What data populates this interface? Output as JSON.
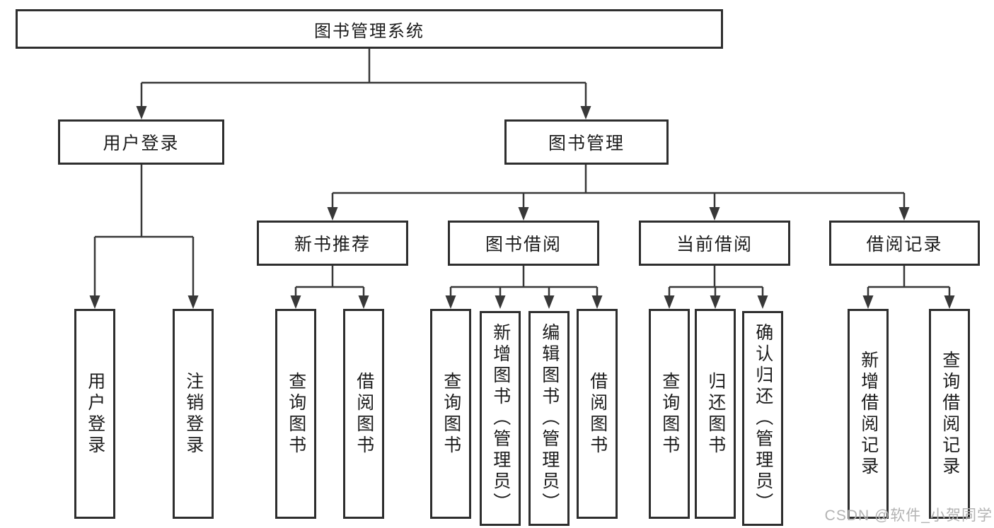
{
  "tree": {
    "root": {
      "label": "图书管理系统",
      "children": [
        {
          "label": "用户登录",
          "children": [
            {
              "label": "用户登录"
            },
            {
              "label": "注销登录"
            }
          ]
        },
        {
          "label": "图书管理",
          "children": [
            {
              "label": "新书推荐",
              "children": [
                {
                  "label": "查询图书"
                },
                {
                  "label": "借阅图书"
                }
              ]
            },
            {
              "label": "图书借阅",
              "children": [
                {
                  "label": "查询图书"
                },
                {
                  "label": "新增图书（管理员）"
                },
                {
                  "label": "编辑图书（管理员）"
                },
                {
                  "label": "借阅图书"
                }
              ]
            },
            {
              "label": "当前借阅",
              "children": [
                {
                  "label": "查询图书"
                },
                {
                  "label": "归还图书"
                },
                {
                  "label": "确认归还（管理员）"
                }
              ]
            },
            {
              "label": "借阅记录",
              "children": [
                {
                  "label": "新增借阅记录"
                },
                {
                  "label": "查询借阅记录"
                }
              ]
            }
          ]
        }
      ]
    }
  },
  "watermark": {
    "text": "CSDN @软件_小贺同学"
  },
  "colors": {
    "background": "#ffffff",
    "box_border": "#2e2e2e",
    "line": "#383838",
    "text": "#1c1c1c",
    "watermark": "#b3b3b3"
  }
}
